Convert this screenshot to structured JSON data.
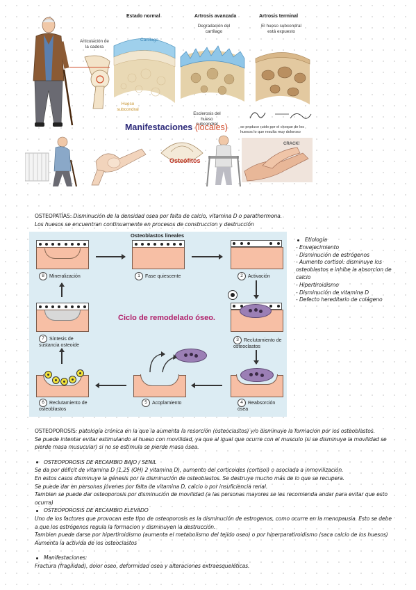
{
  "top_figure": {
    "stage_headers": [
      "Estado normal",
      "Artrosis avanzada",
      "Artrosis terminal"
    ],
    "labels": {
      "hip_joint": "Articulación de la cadera",
      "cartilage": "Cartílago",
      "subchondral_bone": "Hueso subcondral",
      "cartilage_degradation": "Degradación del cartílago",
      "sclerosis": "Esclerosis del hueso subcondral",
      "exposed_bone": "El hueso subcondral está expuesto",
      "crack_note": "se produce ruido por el choque de los huesos lo que resulta muy doloroso",
      "crack": "CRACK!"
    },
    "title_main": "Manifestaciones",
    "title_paren": " (locales)",
    "osteophytes": "Osteófitos",
    "colors": {
      "title": "#2d2a7a",
      "paren": "#d04a2a",
      "osteophytes": "#c0392b"
    }
  },
  "osteopatias": {
    "line1_term": "OSTEOPATÍAS:",
    "line1_rest": " Disminución de la densidad osea por falta de calcio, vitamina D o parathormona.",
    "line2": "Los huesos se encuentran continuamente en procesos de construccion y destrucción"
  },
  "cycle": {
    "lining_header": "Osteoblastos lineales",
    "center_title": "Ciclo de remodelado óseo.",
    "steps": [
      {
        "n": "1",
        "label": "Fase quiescente"
      },
      {
        "n": "2",
        "label": "Activación"
      },
      {
        "n": "3",
        "label": "Reclutamiento de osteoclastos"
      },
      {
        "n": "4",
        "label": "Reabsorción ósea"
      },
      {
        "n": "5",
        "label": "Acoplamiento"
      },
      {
        "n": "6",
        "label": "Reclutamiento de osteoblastos"
      },
      {
        "n": "7",
        "label": "Síntesis de sustancia osteoide"
      },
      {
        "n": "8",
        "label": "Mineralización"
      }
    ],
    "colors": {
      "panel": "#dcecf3",
      "bone": "#f7bfa5",
      "osteoclast": "#9b7fb5",
      "osteoblast": "#f2e23a"
    }
  },
  "etiologia": {
    "title": "Etiología",
    "items": [
      "- Envejecimiento",
      "- Disminución de estrógenos",
      "- Aumento cortisol: disminuye los osteoblastos e inhibe la absorcion de calcio",
      "- Hipertiroidismo",
      "- Disminución de vitamina D",
      "- Defecto hereditario de colágeno"
    ]
  },
  "osteoporosis": {
    "intro_term": "OSTEOPOROSIS",
    "intro_rest": ": patología crónica en la que la aumenta la resorción (osteoclastos) y/o disminuye la formacion por los osteoblastos.",
    "intro_line2": "Se puede intentar evitar estimulando al hueso con movilidad, ya que al igual que ocurre con el musculo (si se disminuye la movilidad se pierde masa musucular) si no se estimula se pierde masa ósea.",
    "senil_title": "OSTEOPOROSIS DE RECAMBIO BAJO / SENIL",
    "senil_lines": [
      "Se da por déficit de vitamina D (1,25 (OH) 2 vitamina D), aumento del corticoides (cortisol) o asociada a inmovilización.",
      "En estos casos disminuye la génesis por la disminución de osteoblastos. Se destruye mucho más de lo que se recupera.",
      "Se puede dar en personas jóvenes por falta de vitamina D, calcio o por insuficiencia renal.",
      "Tambien se puede dar osteoporosis por disminución de movilidad (a las personas mayores se les recomienda andar para evitar que esto ocurra)"
    ],
    "elevado_title": "OSTEOPOROSIS DE RECAMBIO ELEVADO",
    "elevado_lines": [
      "Uno de los factores que provocan este tipo de osteoporosis es la disminución de estrogenos, como ocurre en la menopausia. Esto se debe a que los estrógenos regula la formacion y disminuyen la destrucción.",
      "Tambien puede darse por hipertiroidismo (aumenta el metabolismo del tejido oseo) o por hiperparatiroidismo (saca calcio de los huesos)",
      "Aumenta la activida de los osteoclastos"
    ],
    "manif_title": "Manifestaciones:",
    "manif_line": "Fractura (fragilidad), dolor oseo, deformidad osea y alteraciones extraesqueléticas."
  }
}
